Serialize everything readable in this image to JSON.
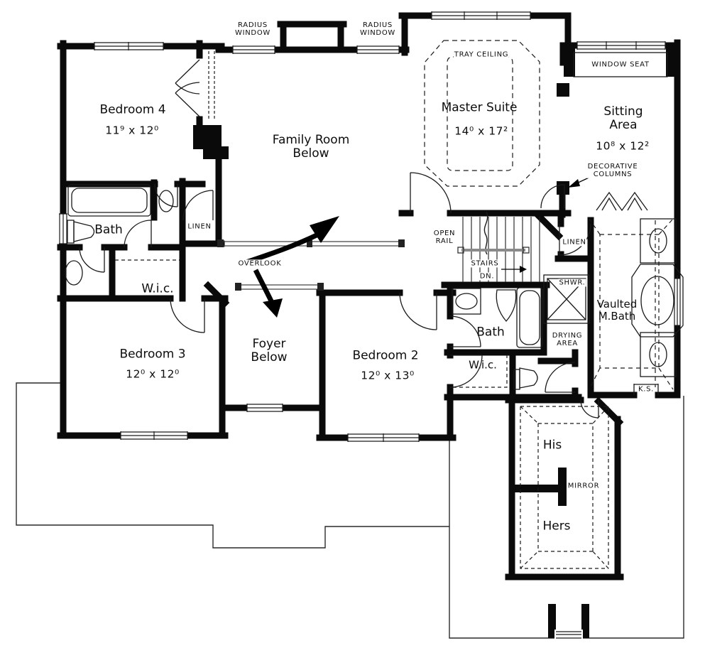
{
  "colors": {
    "ink": "#0a0a0a",
    "paper": "#ffffff",
    "rail_gray": "#8a8a8a"
  },
  "rooms": {
    "bedroom4": {
      "name": "Bedroom 4",
      "dims": "11⁹ x 12⁰"
    },
    "family_room": {
      "name": "Family Room\nBelow"
    },
    "master_suite": {
      "name": "Master Suite",
      "dims": "14⁰ x 17²"
    },
    "sitting_area": {
      "name": "Sitting\nArea",
      "dims": "10⁸ x 12²"
    },
    "bath_upper": {
      "name": "Bath"
    },
    "wic_upper": {
      "name": "W.i.c."
    },
    "bedroom3": {
      "name": "Bedroom 3",
      "dims": "12⁰ x 12⁰"
    },
    "foyer": {
      "name": "Foyer\nBelow"
    },
    "bedroom2": {
      "name": "Bedroom 2",
      "dims": "12⁰ x 13⁰"
    },
    "bath_center": {
      "name": "Bath"
    },
    "wic_center": {
      "name": "W.i.c."
    },
    "mbath": {
      "name": "Vaulted\nM.Bath"
    },
    "his": {
      "name": "His"
    },
    "hers": {
      "name": "Hers"
    }
  },
  "annotations": {
    "radius_window_left": "RADIUS\nWINDOW",
    "radius_window_right": "RADIUS\nWINDOW",
    "tray_ceiling": "TRAY CEILING",
    "window_seat": "WINDOW SEAT",
    "decorative_columns": "DECORATIVE\nCOLUMNS",
    "linen_upper": "LINEN",
    "linen_right": "LINEN",
    "overlook": "OVERLOOK",
    "open_rail": "OPEN\nRAIL",
    "stairs": "STAIRS",
    "down": "DN.",
    "shower": "SHWR.",
    "drying_area": "DRYING\nAREA",
    "knee_space": "K.S.",
    "mirror": "MIRROR"
  }
}
